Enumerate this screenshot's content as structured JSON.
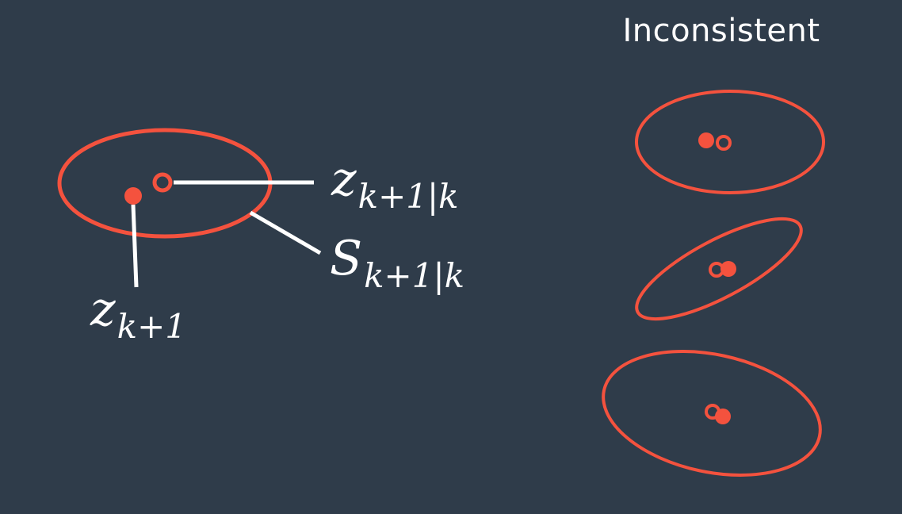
{
  "title": "Inconsistent",
  "labels": {
    "predicted_measurement": {
      "symbol": "z",
      "subscript": "k+1|k"
    },
    "innovation_covariance": {
      "symbol": "S",
      "subscript": "k+1|k"
    },
    "actual_measurement": {
      "symbol": "z",
      "subscript": "k+1"
    }
  },
  "colors": {
    "background": "#2f3c4a",
    "accent": "#f4523e",
    "text": "#ffffff"
  }
}
